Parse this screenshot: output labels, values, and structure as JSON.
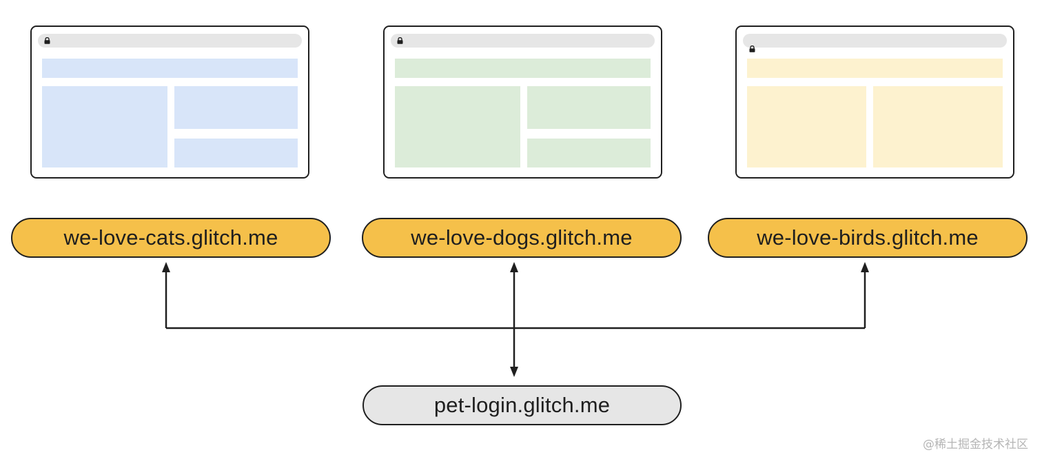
{
  "sites": [
    {
      "domain": "we-love-cats.glitch.me",
      "color": "#d8e5f9"
    },
    {
      "domain": "we-love-dogs.glitch.me",
      "color": "#dcecd9"
    },
    {
      "domain": "we-love-birds.glitch.me",
      "color": "#fdf2cf"
    }
  ],
  "login_site": {
    "domain": "pet-login.glitch.me"
  },
  "colors": {
    "site_pill": "#f5c04a",
    "login_pill": "#e6e6e6",
    "stroke": "#1f1f1f"
  },
  "icons": [
    "lock-icon",
    "arrow-up-icon",
    "arrow-down-icon"
  ],
  "watermark": "@稀土掘金技术社区"
}
